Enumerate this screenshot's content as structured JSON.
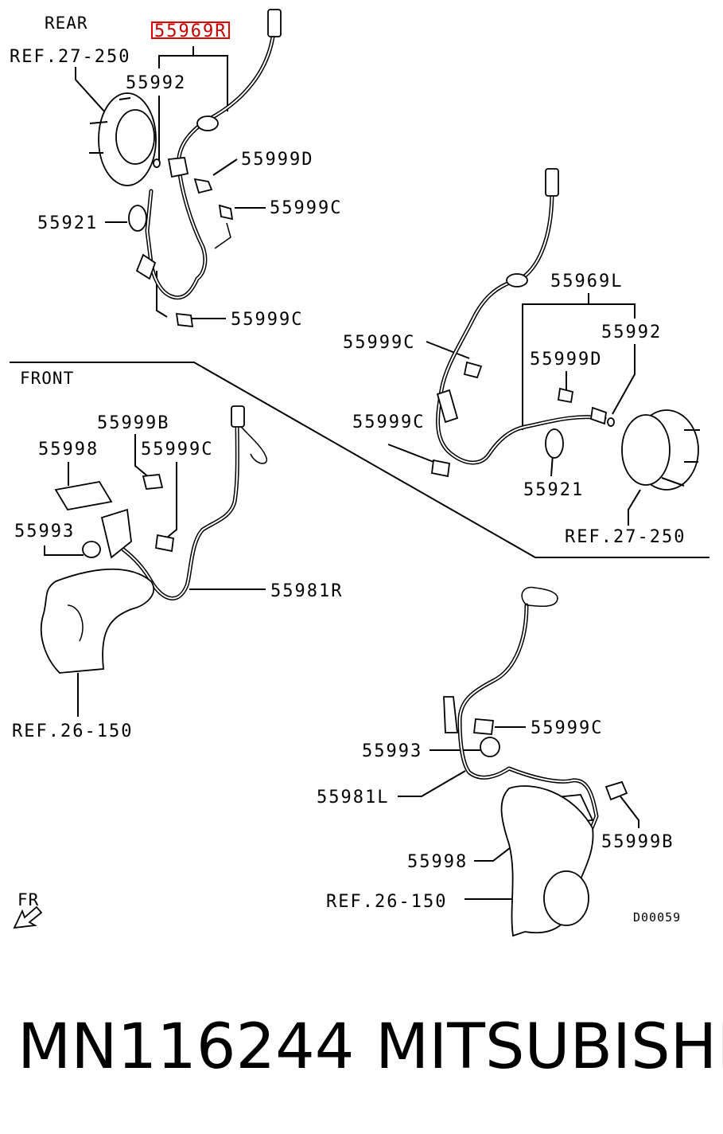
{
  "sections": {
    "rear": "REAR",
    "front": "FRONT"
  },
  "labels": {
    "rear_ref_hub": "REF.27-250",
    "rear_highlighted_part": "55969R",
    "rear_sensor_ring": "55992",
    "rear_bolt_d": "55999D",
    "rear_bolt_c_upper": "55999C",
    "rear_grommet": "55921",
    "rear_bolt_c_lower": "55999C",
    "rl_harness": "55969L",
    "rl_sensor_ring": "55992",
    "rl_bolt_c_upper": "55999C",
    "rl_bolt_d": "55999D",
    "rl_bolt_c_lower": "55999C",
    "rl_grommet": "55921",
    "rl_ref_hub": "REF.27-250",
    "fr_bolt_b": "55999B",
    "fr_bracket": "55998",
    "fr_bolt_c": "55999C",
    "fr_nut": "55993",
    "fr_sensor": "55981R",
    "fr_ref_knuckle": "REF.26-150",
    "fl_bolt_c": "55999C",
    "fl_nut": "55993",
    "fl_sensor": "55981L",
    "fl_bolt_b": "55999B",
    "fl_bracket": "55998",
    "fl_ref_knuckle": "REF.26-150",
    "direction": "FR",
    "drawing_code": "D00059"
  },
  "footer": {
    "part_number": "MN116244",
    "brand": "MITSUBISHI"
  },
  "colors": {
    "highlight": "#e00000",
    "ink": "#000000",
    "background": "#ffffff"
  }
}
